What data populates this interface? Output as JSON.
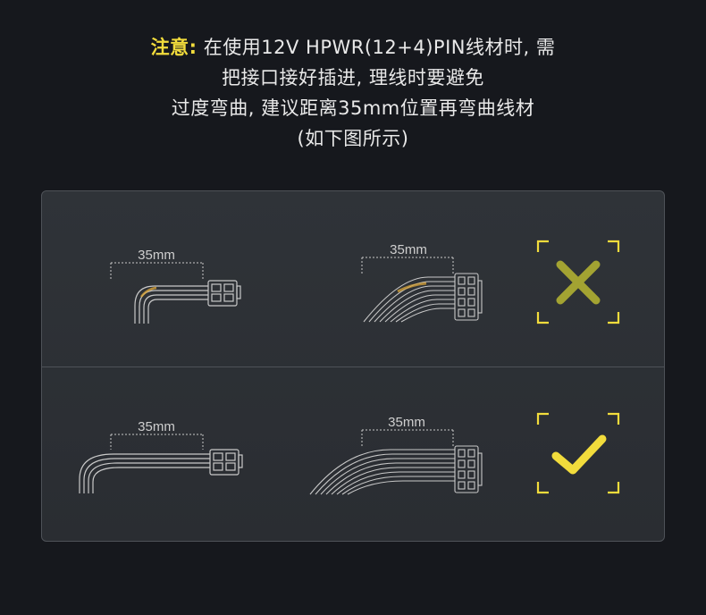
{
  "note": {
    "label": "注意:",
    "line1": "在使用12V HPWR(12+4)PIN线材时, 需",
    "line2": "把接口接好插进, 理线时要避免",
    "line3": "过度弯曲, 建议距离35mm位置再弯曲线材",
    "line4": "(如下图所示)"
  },
  "rows": {
    "wrong": {
      "left_dim": "35mm",
      "right_dim": "35mm",
      "icon": "cross-icon"
    },
    "right": {
      "left_dim": "35mm",
      "right_dim": "35mm",
      "icon": "check-icon"
    }
  },
  "colors": {
    "accent_yellow": "#f2dc3c",
    "cross_olive": "#a3a332",
    "bend_orange": "#d8a43a",
    "line_gray": "#c9c9c9"
  }
}
